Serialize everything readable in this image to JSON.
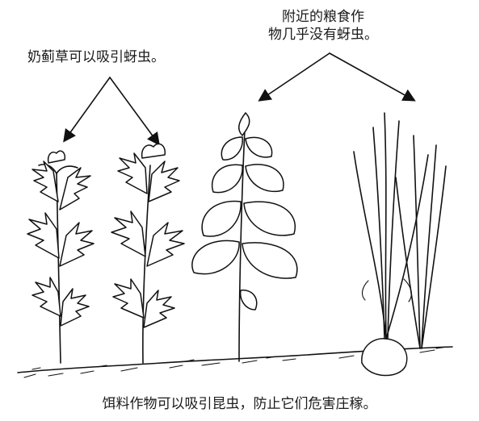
{
  "labels": {
    "thistle_attracts": "奶蓟草可以吸引蚜虫。",
    "nearby_crops_line1": "附近的粮食作",
    "nearby_crops_line2": "物几乎没有蚜虫。",
    "caption": "饵料作物可以吸引昆虫，防止它们危害庄稼。"
  },
  "plants": [
    "thistle",
    "thistle",
    "leafy-crop",
    "onion"
  ]
}
